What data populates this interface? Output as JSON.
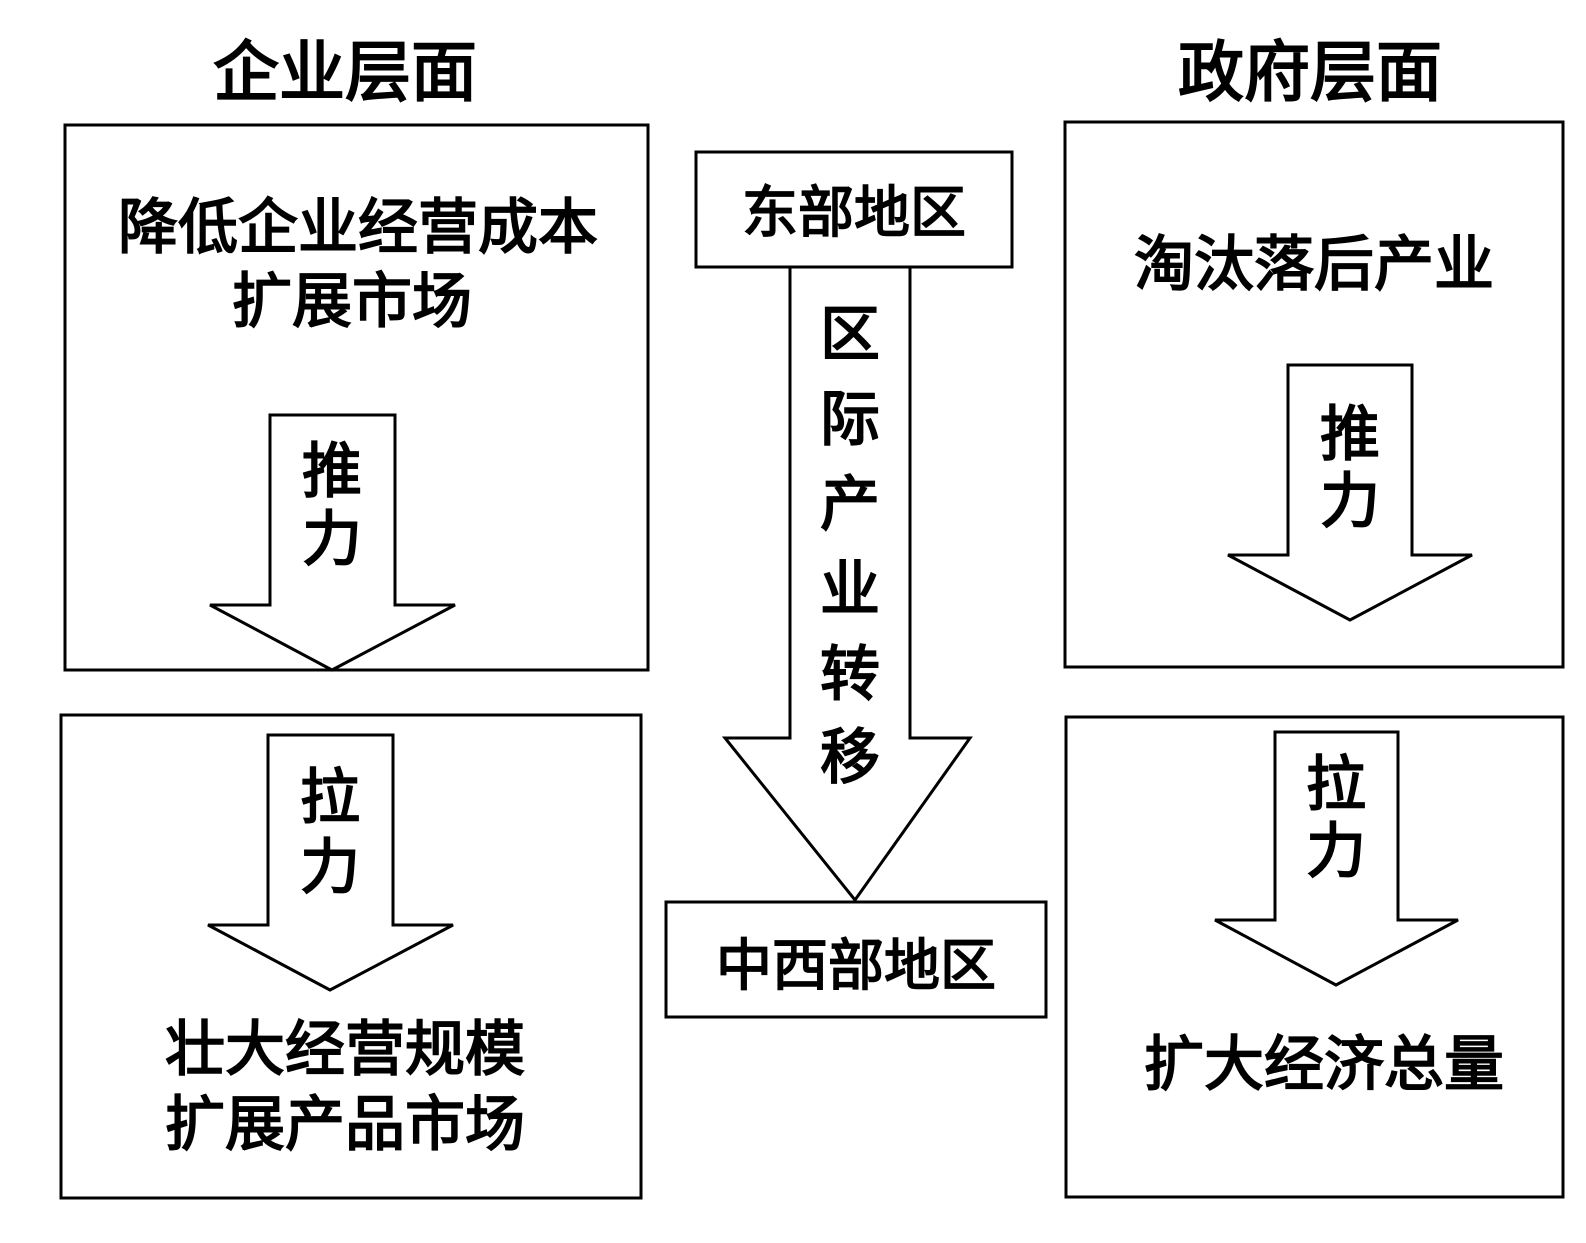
{
  "headings": {
    "enterprise": "企业层面",
    "government": "政府层面"
  },
  "enterprise": {
    "top_box": {
      "line1": "降低企业经营成本",
      "line2": "扩展市场"
    },
    "push_arrow": {
      "char1": "推",
      "char2": "力"
    },
    "pull_arrow": {
      "char1": "拉",
      "char2": "力"
    },
    "bottom_box": {
      "line1": "壮大经营规模",
      "line2": "扩展产品市场"
    }
  },
  "center": {
    "source_region": "东部地区",
    "transfer_label": [
      "区",
      "际",
      "产",
      "业",
      "转",
      "移"
    ],
    "target_region": "中西部地区"
  },
  "government": {
    "top_box": {
      "line1": "淘汰落后产业"
    },
    "push_arrow": {
      "char1": "推",
      "char2": "力"
    },
    "pull_arrow": {
      "char1": "拉",
      "char2": "力"
    },
    "bottom_box": {
      "line1": "扩大经济总量"
    }
  },
  "colors": {
    "stroke": "#000000",
    "background": "#ffffff",
    "text": "#000000"
  }
}
